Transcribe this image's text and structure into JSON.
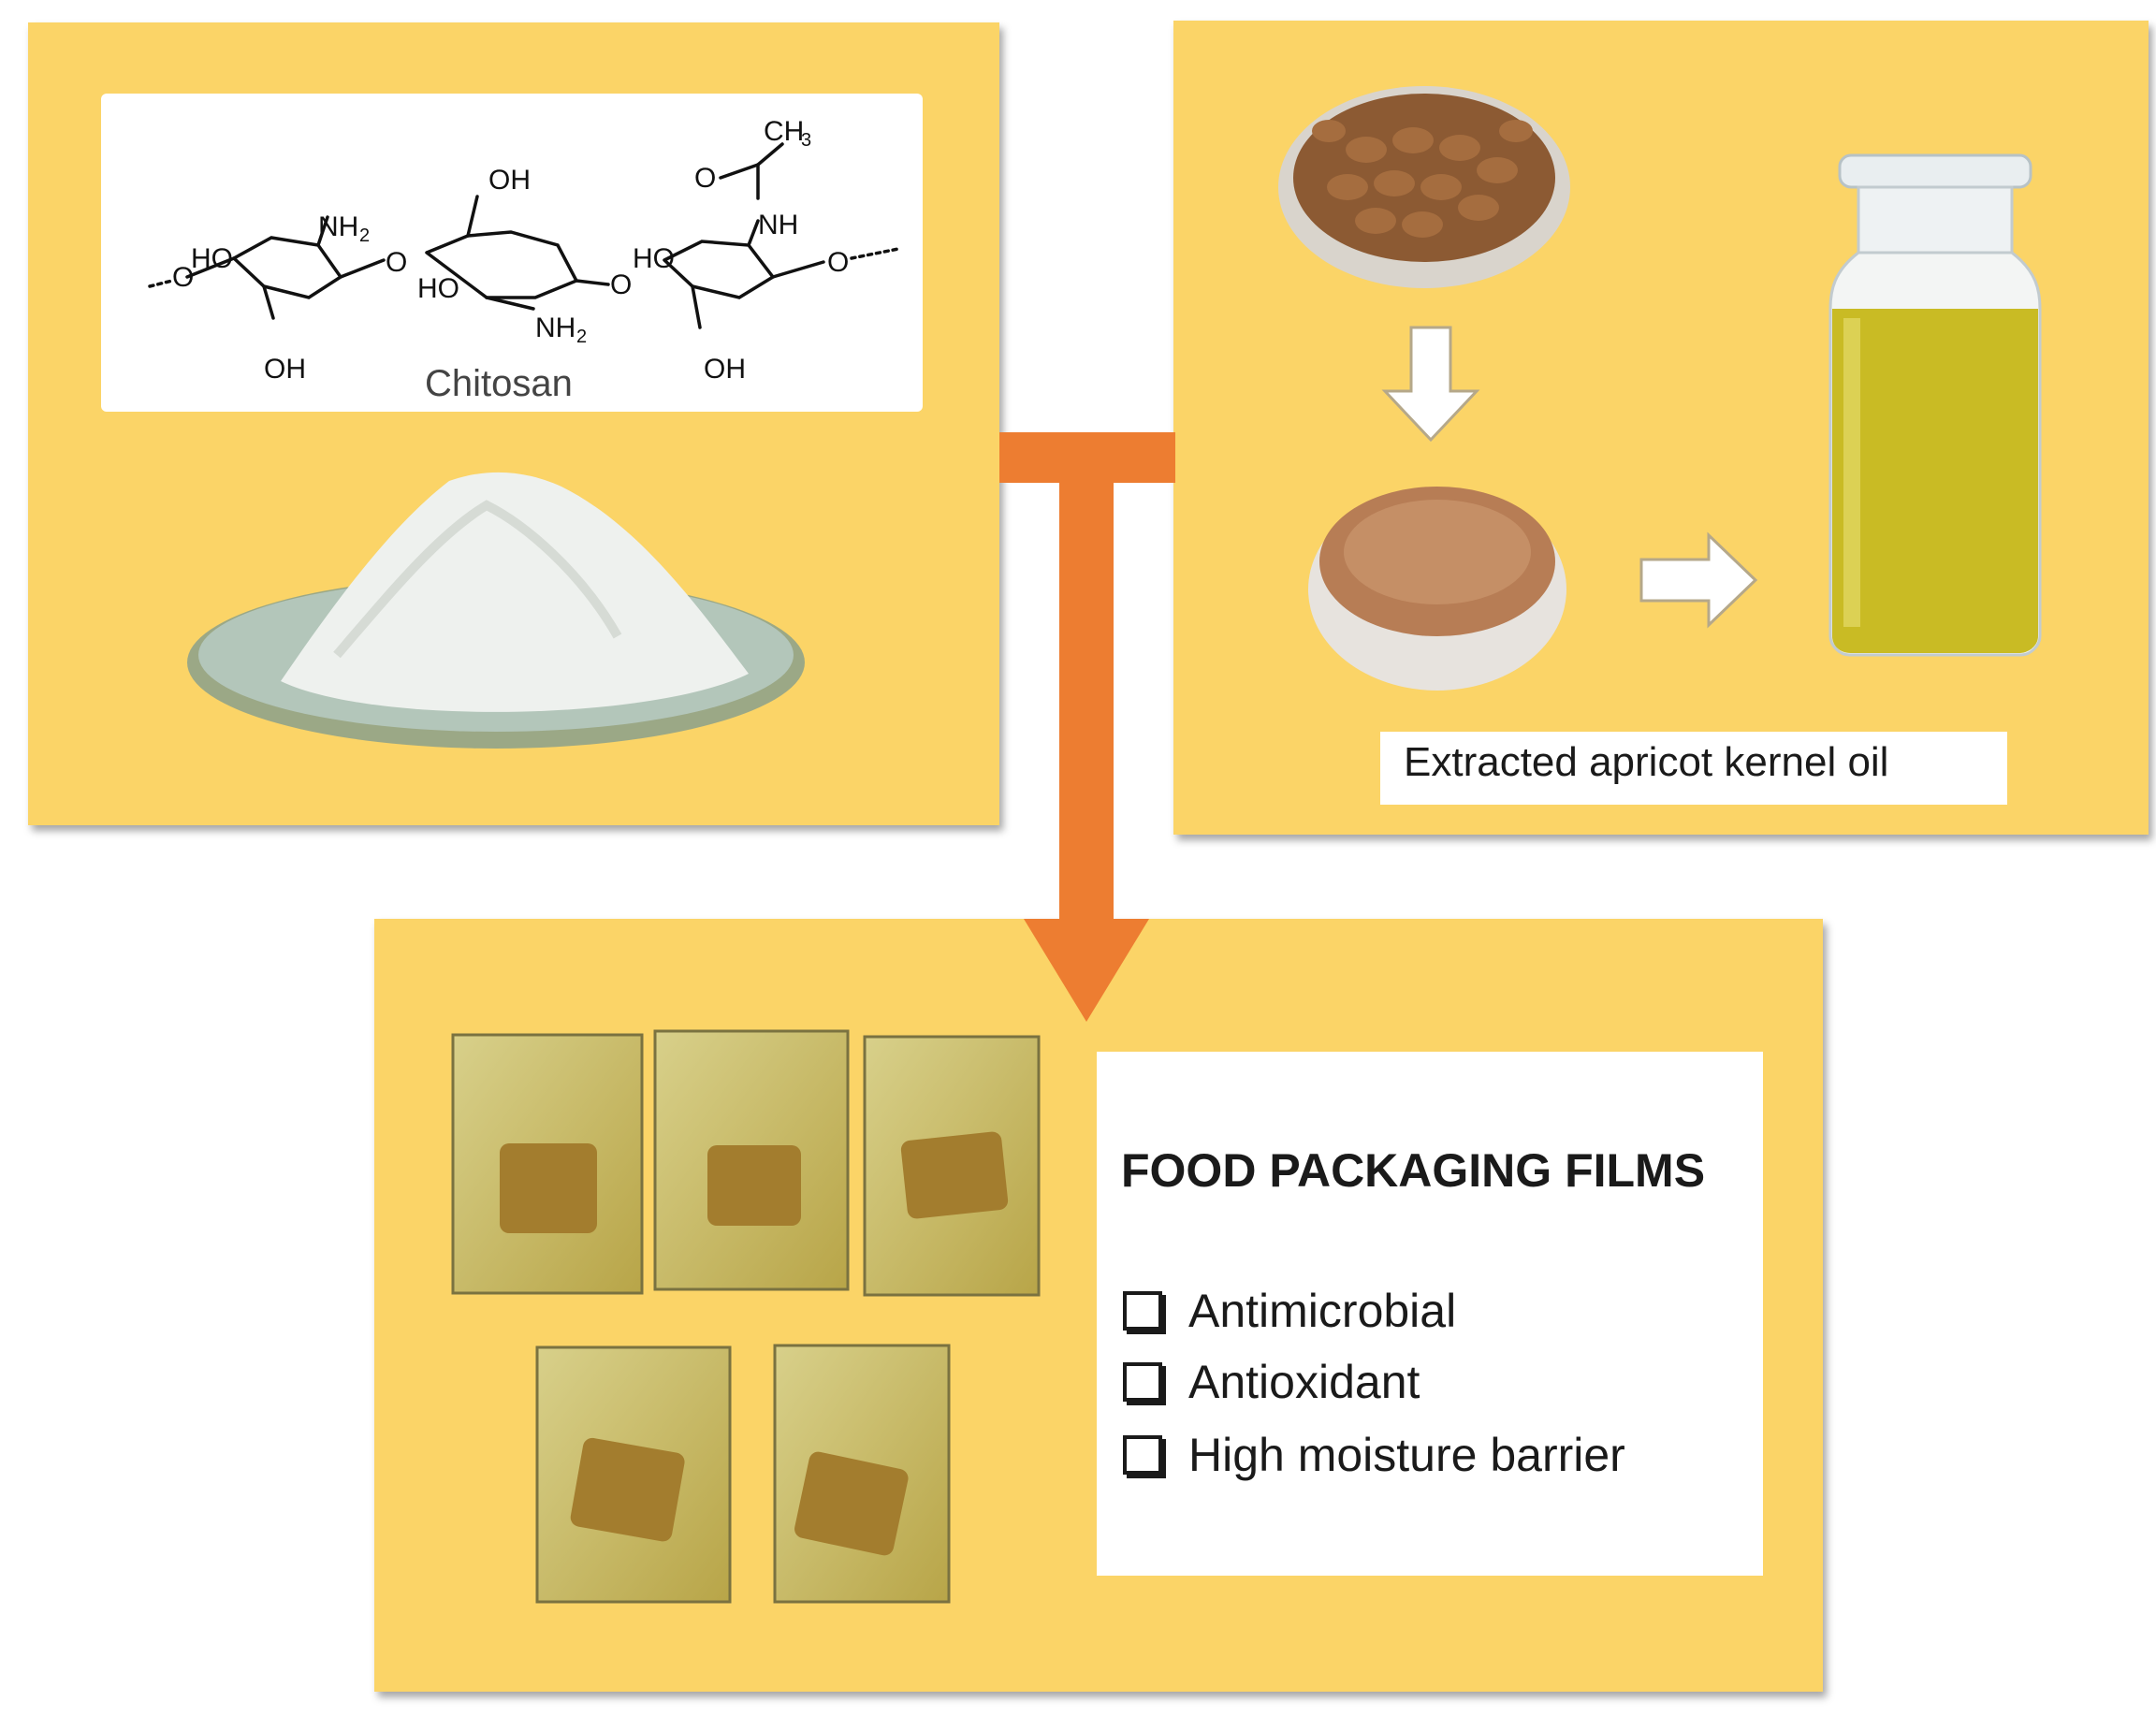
{
  "chitosan": {
    "name": "Chitosan",
    "structure_groups": [
      "NH2",
      "OH",
      "HO",
      "HO",
      "NH2",
      "OH",
      "CH3",
      "NH",
      "HO",
      "OH",
      "O",
      "O"
    ]
  },
  "oil": {
    "label": "Extracted apricot kernel oil"
  },
  "films": {
    "title": "FOOD PACKAGING FILMS",
    "properties": [
      "Antimicrobial",
      "Antioxidant",
      "High moisture barrier"
    ]
  },
  "colors": {
    "panel": "#fbd467",
    "connector": "#ed7d31",
    "text": "#1a1a1a"
  }
}
